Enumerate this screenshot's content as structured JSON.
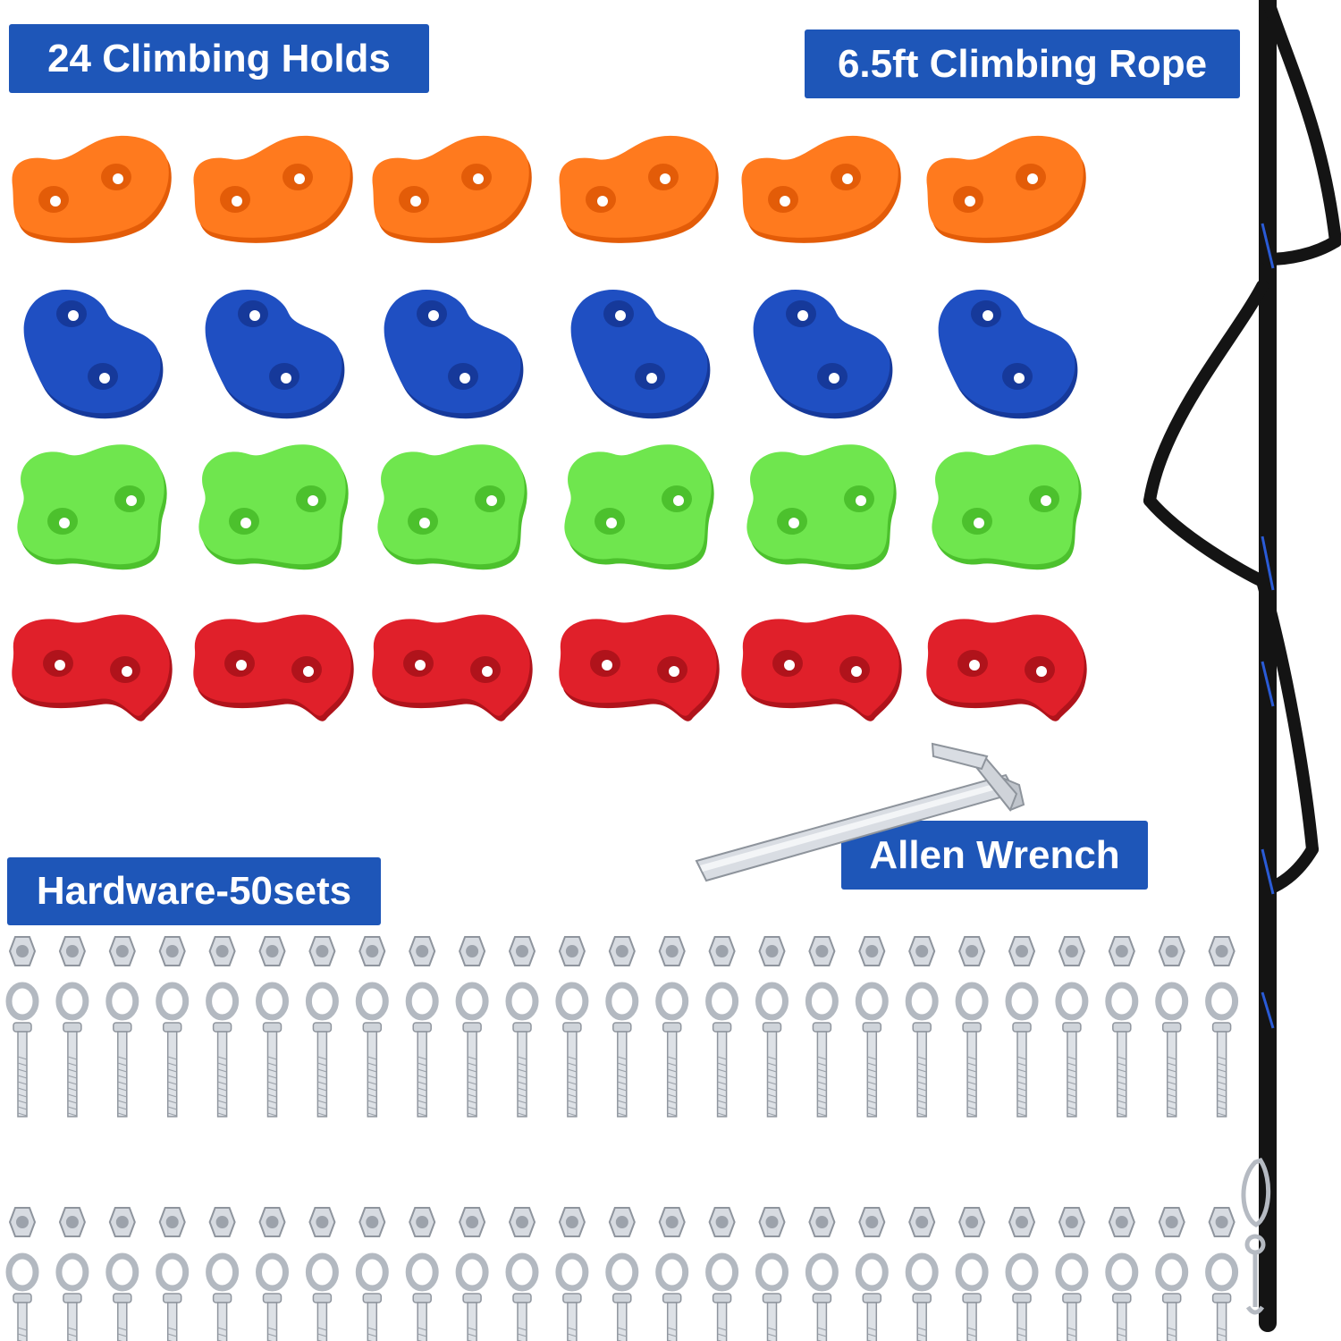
{
  "labels": {
    "holds": "24 Climbing Holds",
    "rope": "6.5ft Climbing Rope",
    "wrench": "Allen Wrench",
    "hardware": "Hardware-50sets"
  },
  "colors": {
    "label_bg": "#1e56b8",
    "label_text": "#ffffff",
    "hold_rows": [
      "#ff7a1e",
      "#1f4fc2",
      "#6fe64e",
      "#e0202a"
    ],
    "rope": "#141414",
    "rope_stitch": "#2a5bd6",
    "metal": "#c9ced6"
  },
  "holds": {
    "rows": [
      {
        "name": "orange",
        "count": 6,
        "color": "#ff7a1e",
        "shadow": "#e35c08"
      },
      {
        "name": "blue",
        "count": 6,
        "color": "#1f4fc2",
        "shadow": "#16399a"
      },
      {
        "name": "green",
        "count": 6,
        "color": "#6fe64e",
        "shadow": "#4cc12d"
      },
      {
        "name": "red",
        "count": 6,
        "color": "#e0202a",
        "shadow": "#b0131b"
      }
    ]
  },
  "hardware": {
    "rows": 2,
    "per_row": 25
  }
}
